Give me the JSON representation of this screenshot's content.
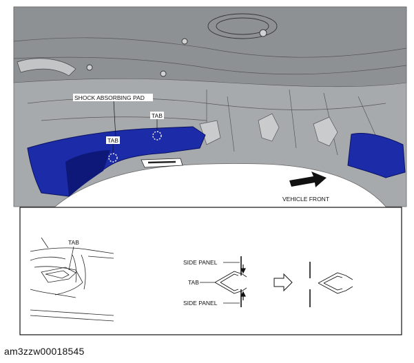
{
  "labels": {
    "shock_absorbing_pad": "SHOCK ABSORBING PAD",
    "tab_upper": "TAB",
    "tab_left": "TAB",
    "vehicle_front": "VEHICLE FRONT",
    "inset_tab": "TAB",
    "side_panel_top": "SIDE PANEL",
    "tab_middle": "TAB",
    "side_panel_bottom": "SIDE PANEL"
  },
  "caption": "am3zzw00018545",
  "colors": {
    "pad_fill": "#1c2ca8",
    "pad_dark": "#0e1878",
    "body_gray": "#9a9d9f",
    "body_light": "#c4c6c8",
    "background": "#ffffff"
  },
  "icons": {
    "front_arrow": "arrow-right-icon",
    "transition_arrow": "hollow-arrow-right-icon",
    "tab_marker": "dashed-circle-icon"
  }
}
